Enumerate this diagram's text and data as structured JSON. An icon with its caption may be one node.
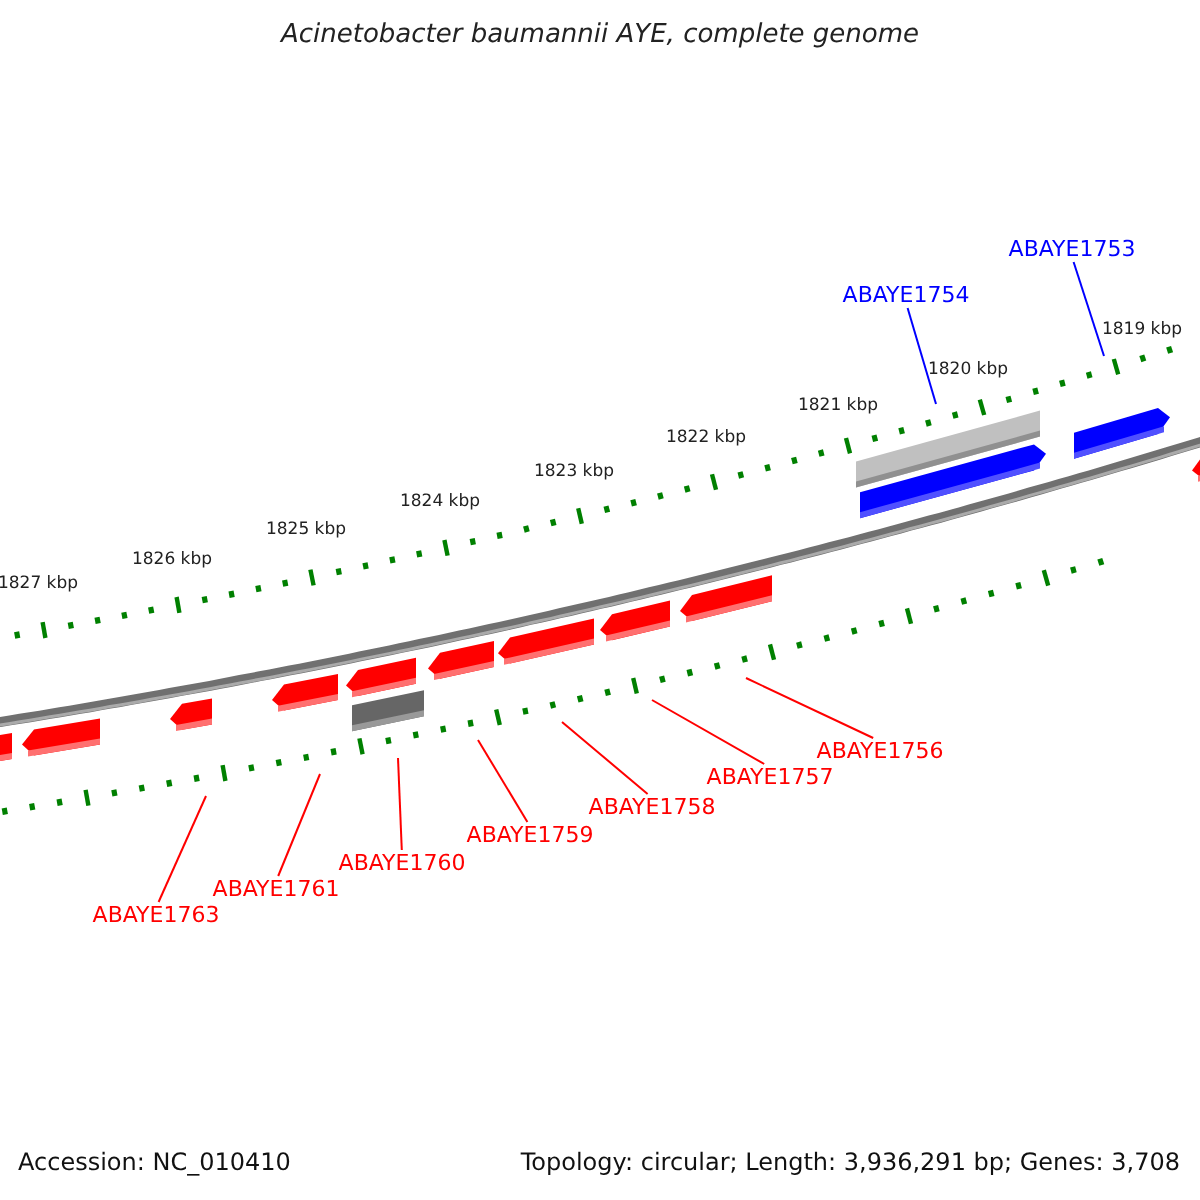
{
  "diagram": {
    "title": "Acinetobacter baumannii AYE, complete genome",
    "nodes": [
      {
        "text": [
          "ABAYE1753"
        ]
      },
      {
        "text": [
          "ABAYE1754"
        ]
      },
      {
        "text": [
          "ABAYE1756"
        ]
      },
      {
        "text": [
          "ABAYE1757"
        ]
      },
      {
        "text": [
          "ABAYE1758"
        ]
      },
      {
        "text": [
          "ABAYE1759"
        ]
      },
      {
        "text": [
          "ABAYE1760"
        ]
      },
      {
        "text": [
          "ABAYE1761"
        ]
      },
      {
        "text": [
          "ABAYE1763"
        ]
      }
    ],
    "edges": [
      {
        "from": 0,
        "to": null,
        "arrow": "none",
        "color": "#0000ff"
      },
      {
        "from": 1,
        "to": null,
        "arrow": "none",
        "color": "#0000ff"
      },
      {
        "from": 2,
        "to": null,
        "arrow": "none"
      },
      {
        "from": 3,
        "to": null,
        "arrow": "none"
      },
      {
        "from": 4,
        "to": null,
        "arrow": "none"
      },
      {
        "from": 5,
        "to": null,
        "arrow": "none"
      },
      {
        "from": 6,
        "to": null,
        "arrow": "none"
      },
      {
        "from": 7,
        "to": null,
        "arrow": "none"
      },
      {
        "from": 8,
        "to": null,
        "arrow": "none"
      }
    ],
    "labels": [
      "1819 kbp",
      "1820 kbp",
      "1821 kbp",
      "1822 kbp",
      "1823 kbp",
      "1824 kbp",
      "1825 kbp",
      "1826 kbp",
      "1827 kbp",
      "Accession: NC_010410",
      "Topology: circular; Length: 3,936,291 bp; Genes: 3,708"
    ]
  }
}
